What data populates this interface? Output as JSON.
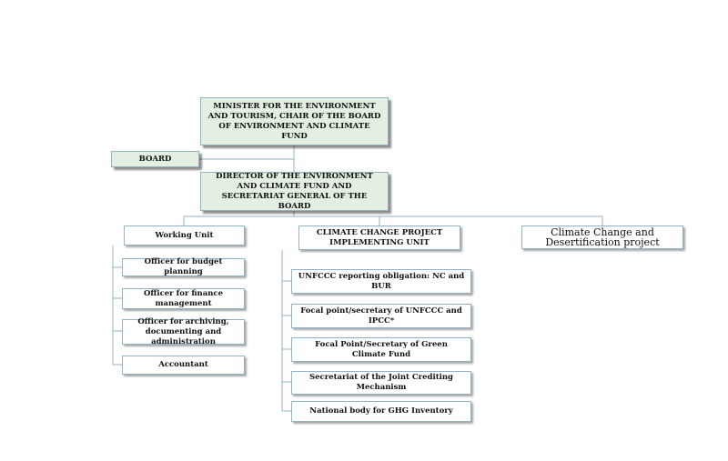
{
  "boxes": {
    "minister": "MINISTER FOR THE ENVIRONMENT AND TOURISM, CHAIR OF THE BOARD OF ENVIRONMENT AND CLIMATE FUND",
    "board": "BOARD",
    "director": "DIRECTOR OF THE ENVIRONMENT AND CLIMATE FUND AND SECRETARIAT GENERAL OF THE BOARD",
    "working_unit": "Working Unit",
    "ccpiu": "CLIMATE CHANGE PROJECT IMPLEMENTING UNIT",
    "ccd_project": "Climate Change and Desertification project"
  },
  "working_unit_items": [
    "Officer for budget planning",
    "Officer for finance management",
    "Officer for archiving, documenting and administration",
    "Accountant"
  ],
  "ccpiu_items": [
    "UNFCCC reporting obligation: NC and BUR",
    "Focal point/secretary of UNFCCC and IPCC*",
    "Focal Point/Secretary of Green Climate Fund",
    "Secretariat of the Joint Crediting Mechanism",
    "National body for GHG Inventory"
  ],
  "colors": {
    "connector": "#8fb4c4",
    "box_border": "#8fb4c4",
    "header_fill": "#e3efe0"
  }
}
